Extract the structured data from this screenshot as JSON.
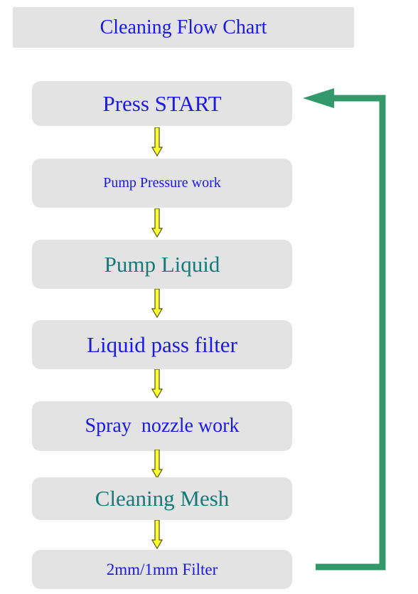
{
  "title": {
    "text": "Cleaning Flow Chart",
    "color": "#1a1ae6"
  },
  "steps": [
    {
      "label": "Press START",
      "color": "#1a1ae6"
    },
    {
      "label": "Pump Pressure work",
      "color": "#1a1ae6"
    },
    {
      "label": "Pump Liquid",
      "color": "#177a7a"
    },
    {
      "label": "Liquid pass filter",
      "color": "#1a1ae6"
    },
    {
      "label": "Spray  nozzle work",
      "color": "#1a1ae6"
    },
    {
      "label": "Cleaning Mesh",
      "color": "#177a7a"
    },
    {
      "label": "2mm/1mm Filter",
      "color": "#1a1ae6"
    }
  ],
  "colors": {
    "box_fill": "#e3e3e3",
    "down_arrow_fill": "#ffff33",
    "down_arrow_stroke": "#555500",
    "loop_arrow": "#33996b"
  }
}
